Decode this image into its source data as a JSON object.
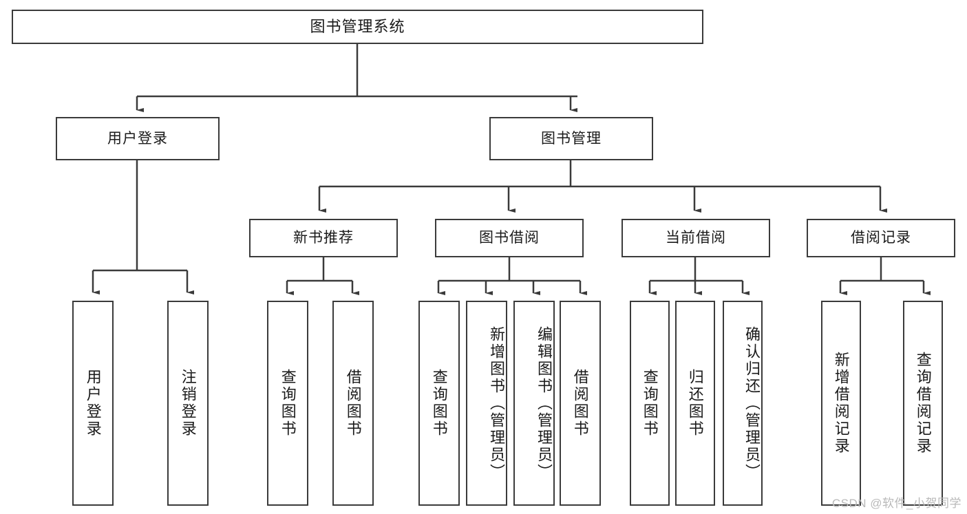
{
  "diagram": {
    "title": "图书管理系统",
    "root": {
      "id": "root",
      "label": "图书管理系统"
    },
    "level2": [
      {
        "id": "user-login",
        "label": "用户登录"
      },
      {
        "id": "book-manage",
        "label": "图书管理"
      }
    ],
    "level3": [
      {
        "id": "new-book-recommend",
        "label": "新书推荐"
      },
      {
        "id": "book-borrow",
        "label": "图书借阅"
      },
      {
        "id": "current-borrow",
        "label": "当前借阅"
      },
      {
        "id": "borrow-record",
        "label": "借阅记录"
      }
    ],
    "leaves": {
      "user_login": [
        {
          "id": "leaf-user-login",
          "label": "用户登录"
        },
        {
          "id": "leaf-logout-login",
          "label": "注销登录"
        }
      ],
      "new_book_recommend": [
        {
          "id": "leaf-query-book-1",
          "label": "查询图书"
        },
        {
          "id": "leaf-borrow-book-1",
          "label": "借阅图书"
        }
      ],
      "book_borrow": [
        {
          "id": "leaf-query-book-2",
          "label": "查询图书"
        },
        {
          "id": "leaf-add-book",
          "label": "新增图书（管理员）"
        },
        {
          "id": "leaf-edit-book",
          "label": "编辑图书（管理员）"
        },
        {
          "id": "leaf-borrow-book-2",
          "label": "借阅图书"
        }
      ],
      "current_borrow": [
        {
          "id": "leaf-query-book-3",
          "label": "查询图书"
        },
        {
          "id": "leaf-return-book",
          "label": "归还图书"
        },
        {
          "id": "leaf-confirm-return",
          "label": "确认归还（管理员）"
        }
      ],
      "borrow_record": [
        {
          "id": "leaf-add-record",
          "label": "新增借阅记录"
        },
        {
          "id": "leaf-query-record",
          "label": "查询借阅记录"
        }
      ]
    }
  },
  "watermark": {
    "text": "CSDN @软件_小贺同学"
  },
  "colors": {
    "stroke": "#3a3a3a",
    "box_fill": "#ffffff",
    "text": "#1a1a1a",
    "watermark": "#b9b9b9",
    "background": "#ffffff"
  }
}
